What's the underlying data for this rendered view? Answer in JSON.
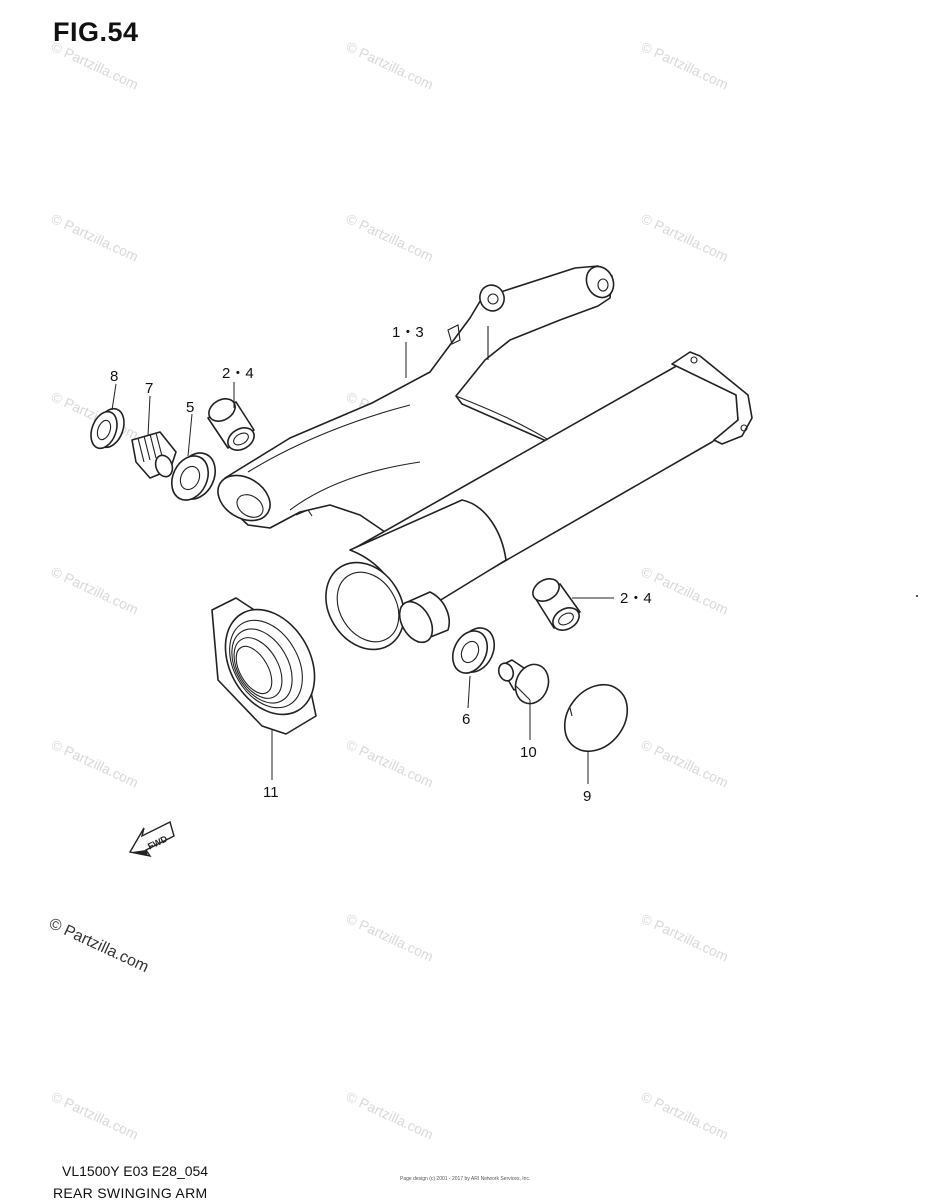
{
  "figure": {
    "title": "FIG.54"
  },
  "callouts": {
    "c13": "1・3",
    "c24a": "2・4",
    "c24b": "2・4",
    "c5": "5",
    "c6": "6",
    "c7": "7",
    "c8": "8",
    "c9": "9",
    "c10": "10",
    "c11": "11"
  },
  "fwd_label": "FWD",
  "watermark": {
    "text": "© Partzilla.com"
  },
  "footer": {
    "model_code": "VL1500Y E03 E28_054",
    "name": "REAR SWINGING ARM",
    "small_print": "Page design (c) 2001 - 2017 by ARI Network Services, Inc."
  },
  "icons": {
    "fwd": "fwd-arrow-icon"
  }
}
